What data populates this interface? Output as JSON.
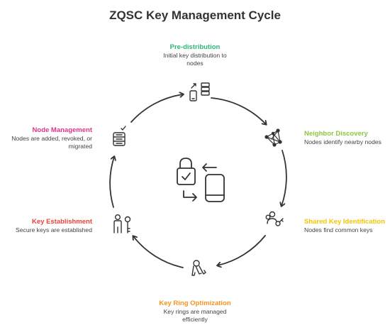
{
  "title": "ZQSC Key Management Cycle",
  "steps": [
    {
      "id": "pre",
      "heading": "Pre-distribution",
      "desc1": "Initial key distribution to",
      "desc2": "nodes",
      "color": "#2bb673",
      "icon": "devices-sync-icon"
    },
    {
      "id": "neighbor",
      "heading": "Neighbor Discovery",
      "desc1": "Nodes identify nearby nodes",
      "desc2": "",
      "color": "#8dc63f",
      "icon": "network-icon"
    },
    {
      "id": "shared",
      "heading": "Shared Key Identification",
      "desc1": "Nodes find common keys",
      "desc2": "",
      "color": "#f2c500",
      "icon": "users-key-icon"
    },
    {
      "id": "ring",
      "heading": "Key Ring Optimization",
      "desc1": "Key rings are managed",
      "desc2": "efficiently",
      "color": "#f7941d",
      "icon": "keyring-icon"
    },
    {
      "id": "establish",
      "heading": "Key Establishment",
      "desc1": "Secure keys are established",
      "desc2": "",
      "color": "#ef4136",
      "icon": "user-key-icon"
    },
    {
      "id": "manage",
      "heading": "Node Management",
      "desc1": "Nodes are added, revoked, or",
      "desc2": "migrated",
      "color": "#e0338a",
      "icon": "server-check-icon"
    }
  ],
  "center_icon": "lock-device-swap-icon"
}
